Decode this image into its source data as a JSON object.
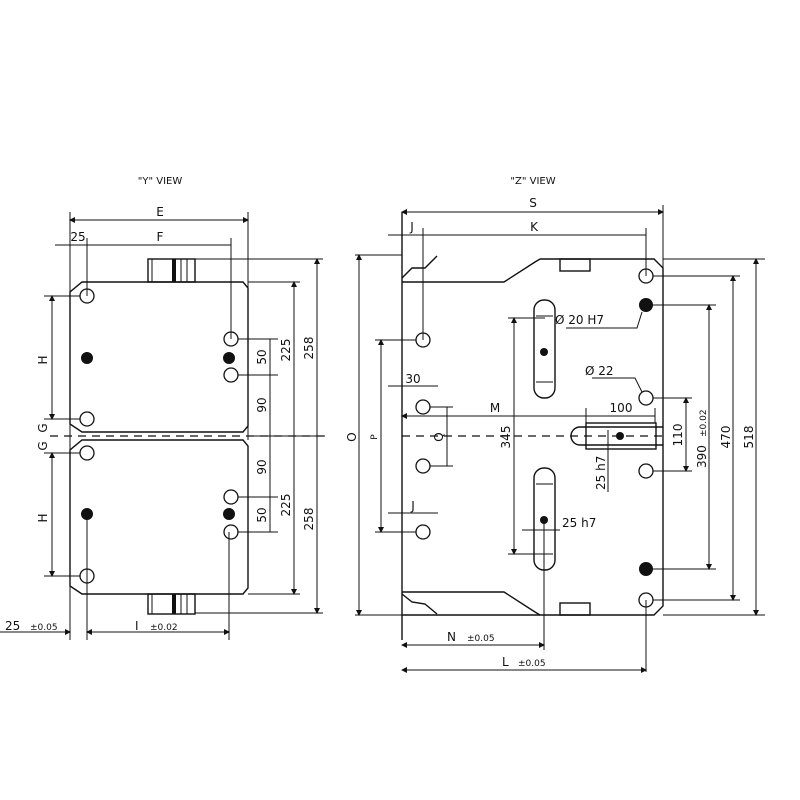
{
  "y_view": {
    "title": "\"Y\" VIEW",
    "labels": {
      "E": "E",
      "F": "F",
      "dim_25_top": "25",
      "H_top": "H",
      "H_bottom": "H",
      "G_top": "G",
      "G_bottom": "G",
      "d50_top": "50",
      "d90_top": "90",
      "d225_top": "225",
      "d258_top": "258",
      "d50_bottom": "50",
      "d90_bottom": "90",
      "d225_bottom": "225",
      "d258_bottom": "258",
      "d25_bottom": "25",
      "tol_25": "±0.05",
      "I": "I",
      "tol_I": "±0.02"
    }
  },
  "z_view": {
    "title": "\"Z\" VIEW",
    "labels": {
      "S": "S",
      "J_top": "J",
      "K": "K",
      "O": "O",
      "P": "P",
      "Q": "Q",
      "d30": "30",
      "M": "M",
      "d100": "100",
      "d345": "345",
      "dia20": "Ø  20  H7",
      "dia22": "Ø  22",
      "d110": "110",
      "d390": "390",
      "tol_390": "±0.02",
      "d470": "470",
      "d518": "518",
      "h7_vertical": "25  h7",
      "h7_horizontal": "25  h7",
      "J_bottom": "J",
      "N": "N",
      "tol_N": "±0.05",
      "L": "L",
      "tol_L": "±0.05"
    }
  }
}
